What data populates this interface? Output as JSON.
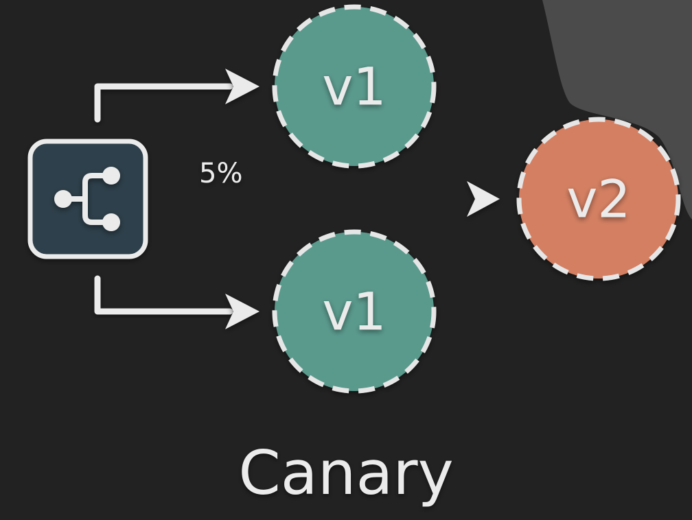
{
  "diagram": {
    "caption": "Canary",
    "router": {
      "icon": "branch-split-icon"
    },
    "edges": [
      {
        "label": ""
      },
      {
        "label": "5%"
      },
      {
        "label": ""
      }
    ],
    "nodes": [
      {
        "label": "v1",
        "color": "#5a9a8d"
      },
      {
        "label": "v2",
        "color": "#d47f62"
      },
      {
        "label": "v1",
        "color": "#5a9a8d"
      }
    ],
    "colors": {
      "background": "#222222",
      "backdrop": "#4b4b4b",
      "router_fill": "#2d3f4c",
      "line": "#ebebeb",
      "dash": "#e6e6e6"
    }
  }
}
